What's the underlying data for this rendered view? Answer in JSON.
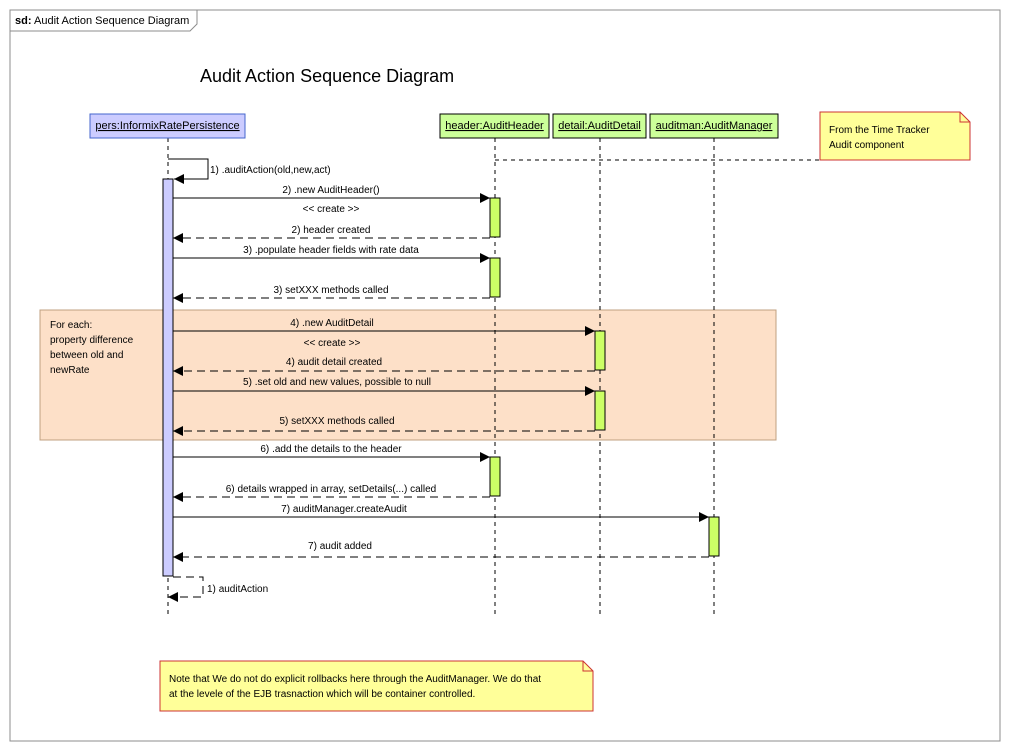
{
  "frame": {
    "tag": "sd:",
    "name": "Audit Action Sequence Diagram"
  },
  "title": "Audit Action Sequence Diagram",
  "lifelines": [
    {
      "id": "pers",
      "label": "pers:InformixRatePersistence",
      "fill": "#ccccff"
    },
    {
      "id": "header",
      "label": "header:AuditHeader",
      "fill": "#ccff99"
    },
    {
      "id": "detail",
      "label": "detail:AuditDetail",
      "fill": "#ccff99"
    },
    {
      "id": "auditman",
      "label": "auditman:AuditManager",
      "fill": "#ccff99"
    }
  ],
  "messages": [
    {
      "n": "1)",
      "text": ".auditAction(old,new,act)",
      "kind": "self-call"
    },
    {
      "n": "2)",
      "text": ".new AuditHeader()",
      "kind": "call"
    },
    {
      "n": "",
      "text": "<< create >>",
      "kind": "stereotype"
    },
    {
      "n": "2)",
      "text": "header created",
      "kind": "return"
    },
    {
      "n": "3)",
      "text": ".populate header fields with rate data",
      "kind": "call"
    },
    {
      "n": "3)",
      "text": "setXXX methods called",
      "kind": "return"
    },
    {
      "n": "4)",
      "text": ".new AuditDetail",
      "kind": "call"
    },
    {
      "n": "",
      "text": "<< create >>",
      "kind": "stereotype"
    },
    {
      "n": "4)",
      "text": "audit detail created",
      "kind": "return"
    },
    {
      "n": "5)",
      "text": ".set old and new values, possible to null",
      "kind": "call"
    },
    {
      "n": "5)",
      "text": "setXXX methods called",
      "kind": "return"
    },
    {
      "n": "6)",
      "text": ".add the details to the header",
      "kind": "call"
    },
    {
      "n": "6)",
      "text": "details wrapped in array, setDetails(...) called",
      "kind": "return"
    },
    {
      "n": "7)",
      "text": "auditManager.createAudit",
      "kind": "call"
    },
    {
      "n": "7)",
      "text": "audit added",
      "kind": "return"
    },
    {
      "n": "1)",
      "text": "auditAction",
      "kind": "self-return"
    }
  ],
  "loop_fragment": {
    "lines": [
      "For each:",
      "property difference",
      "between old and",
      "newRate"
    ],
    "fill": "#fde0c8"
  },
  "notes": [
    {
      "id": "tracker",
      "lines": [
        "From the Time Tracker",
        "Audit component"
      ],
      "fill": "#ffff99"
    },
    {
      "id": "rollback",
      "lines": [
        "Note that We do not do explicit rollbacks here through the AuditManager. We do that",
        "at the levele of the EJB trasnaction which will be container controlled."
      ],
      "fill": "#ffff99"
    }
  ],
  "colors": {
    "activation_caller": "#ccccff",
    "activation_callee": "#ccff66",
    "note_border": "#cc3333",
    "lifeline_border": "#4466cc",
    "line": "#000000"
  }
}
